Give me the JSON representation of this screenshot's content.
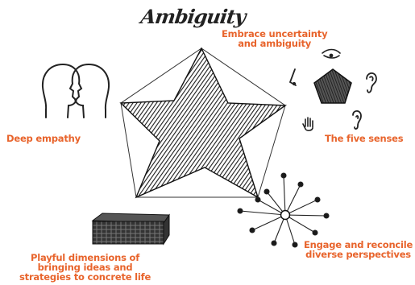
{
  "title": "Ambiguity",
  "labels": {
    "embrace_line1": "Embrace uncertainty",
    "embrace_line2": "and ambiguity",
    "empathy": "Deep empathy",
    "senses": "The five senses",
    "engage_line1": "Engage and reconcile",
    "engage_line2": "diverse perspectives",
    "playful_line1": "Playful dimensions of",
    "playful_line2": "bringing ideas and",
    "playful_line3": "strategies to concrete life"
  },
  "colors": {
    "accent": "#e8642c",
    "ink": "#1a1a1a"
  },
  "icons": [
    "two-faces-icon",
    "pentagon-senses-icon",
    "nose-icon",
    "eye-icon",
    "ear-icon",
    "hand-icon",
    "tongue-icon",
    "network-hub-icon",
    "brick-block-icon"
  ]
}
